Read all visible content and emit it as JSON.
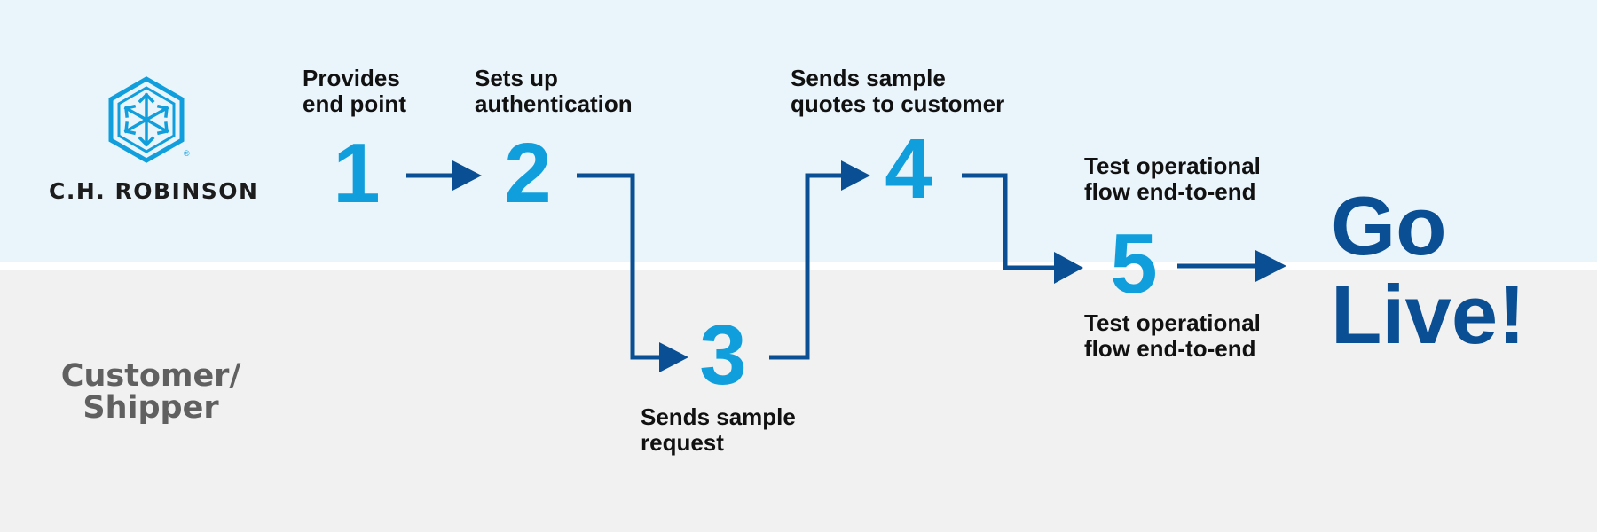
{
  "brand": {
    "logo_text": "C.H. ROBINSON",
    "registered_mark": "®"
  },
  "lanes": {
    "bottom_label_line1": "Customer/",
    "bottom_label_line2": "Shipper"
  },
  "steps": [
    {
      "number": "1",
      "caption_line1": "Provides",
      "caption_line2": "end point"
    },
    {
      "number": "2",
      "caption_line1": "Sets up",
      "caption_line2": "authentication"
    },
    {
      "number": "3",
      "caption_line1": "Sends sample",
      "caption_line2": "request"
    },
    {
      "number": "4",
      "caption_line1": "Sends sample",
      "caption_line2": "quotes to customer"
    },
    {
      "number": "5",
      "caption_top_line1": "Test operational",
      "caption_top_line2": "flow end-to-end",
      "caption_bottom_line1": "Test operational",
      "caption_bottom_line2": "flow end-to-end"
    }
  ],
  "final": {
    "line1": "Go",
    "line2": "Live!"
  },
  "colors": {
    "step_number": "#109fdc",
    "arrow": "#0a4f93",
    "go_live": "#0a4f93",
    "logo": "#109fdc",
    "top_lane": "#eaf4fb",
    "bottom_lane": "#f1f1f1"
  },
  "icons": {
    "logo": "hexagon-cube-arrows-icon"
  }
}
